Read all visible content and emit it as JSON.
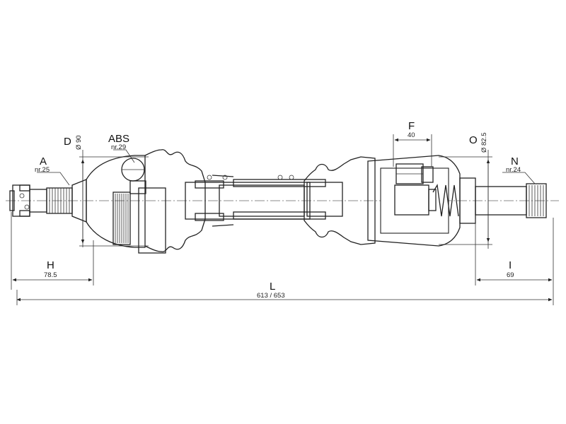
{
  "labels": {
    "A": "A",
    "A_sub": "nr.25",
    "D": "D",
    "D_sub": "Ø 90",
    "ABS": "ABS",
    "ABS_sub": "nr.29",
    "F": "F",
    "F_sub": "40",
    "O": "O",
    "O_sub": "Ø 82.5",
    "N": "N",
    "N_sub": "nr.24",
    "H": "H",
    "H_sub": "78.5",
    "I": "I",
    "I_sub": "69",
    "L": "L",
    "L_sub": "613 / 653"
  },
  "colors": {
    "line": "#222222",
    "background": "#ffffff"
  }
}
